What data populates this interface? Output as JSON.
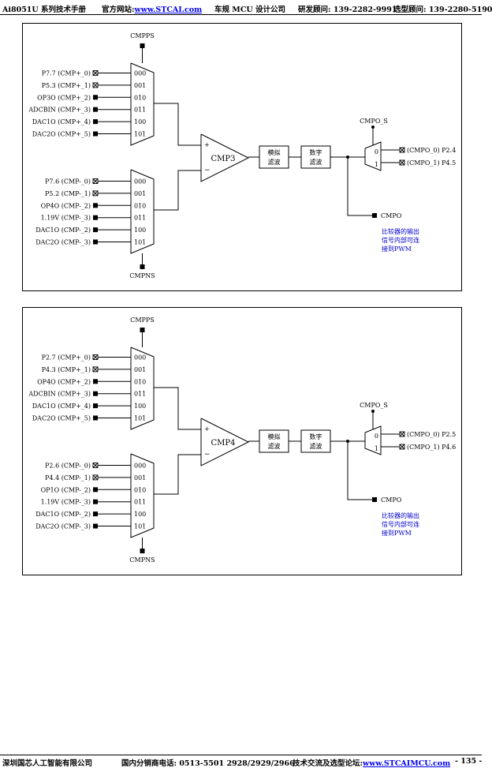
{
  "header": {
    "product": "Ai8051U 系列技术手册",
    "site_label": "官方网站:",
    "site_link": "www.STCAI.com",
    "grade": "车规 MCU 设计公司",
    "rd_consultant": "研发顾问: 139-2282-9991",
    "selection_consultant": "选型顾问: 139-2280-5190"
  },
  "footer": {
    "company": "深圳国芯人工智能有限公司",
    "distributor_phone": "国内分销商电话: 0513-5501 2928/2929/2966",
    "forum_label": "技术交流及选型论坛:",
    "forum_link": "www.STCAIMCU.com",
    "page": "- 135 -"
  },
  "colors": {
    "note": "#0000cc",
    "link": "#0000ee"
  },
  "diagrams": [
    {
      "comparator": "CMP3",
      "plus_sign": "+",
      "minus_sign": "−",
      "cmpps": "CMPPS",
      "cmpns": "CMPNS",
      "plus_inputs": [
        {
          "label": "P7.7 (CMP+_0)",
          "code": "000",
          "pin": "io"
        },
        {
          "label": "P5.3 (CMP+_1)",
          "code": "001",
          "pin": "io"
        },
        {
          "label": "OP3O (CMP+_2)",
          "code": "010",
          "pin": "int"
        },
        {
          "label": "ADCBIN (CMP+_3)",
          "code": "011",
          "pin": "int"
        },
        {
          "label": "DAC1O (CMP+_4)",
          "code": "100",
          "pin": "int"
        },
        {
          "label": "DAC2O (CMP+_5)",
          "code": "101",
          "pin": "int"
        }
      ],
      "minus_inputs": [
        {
          "label": "P7.6 (CMP-_0)",
          "code": "000",
          "pin": "io"
        },
        {
          "label": "P5.2 (CMP-_1)",
          "code": "001",
          "pin": "io"
        },
        {
          "label": "OP4O (CMP-_2)",
          "code": "010",
          "pin": "int"
        },
        {
          "label": "1.19V (CMP-_3)",
          "code": "011",
          "pin": "int"
        },
        {
          "label": "DAC1O (CMP-_2)",
          "code": "100",
          "pin": "int"
        },
        {
          "label": "DAC2O (CMP-_3)",
          "code": "101",
          "pin": "int"
        }
      ],
      "analog_filter": [
        "模拟",
        "滤波"
      ],
      "digital_filter": [
        "数字",
        "滤波"
      ],
      "cmpo_s": "CMPO_S",
      "out_codes": [
        "0",
        "1"
      ],
      "outputs": [
        "(CMPO_0) P2.4",
        "(CMPO_1) P4.5"
      ],
      "cmpo": "CMPO",
      "note": [
        "比较器的输出",
        "信号内部可连",
        "接到PWM"
      ]
    },
    {
      "comparator": "CMP4",
      "plus_sign": "+",
      "minus_sign": "−",
      "cmpps": "CMPPS",
      "cmpns": "CMPNS",
      "plus_inputs": [
        {
          "label": "P2.7 (CMP+_0)",
          "code": "000",
          "pin": "io"
        },
        {
          "label": "P4.3 (CMP+_1)",
          "code": "001",
          "pin": "io"
        },
        {
          "label": "OP4O (CMP+_2)",
          "code": "010",
          "pin": "int"
        },
        {
          "label": "ADCBIN (CMP+_3)",
          "code": "011",
          "pin": "int"
        },
        {
          "label": "DAC1O (CMP+_4)",
          "code": "100",
          "pin": "int"
        },
        {
          "label": "DAC2O (CMP+_5)",
          "code": "101",
          "pin": "int"
        }
      ],
      "minus_inputs": [
        {
          "label": "P2.6 (CMP-_0)",
          "code": "000",
          "pin": "io"
        },
        {
          "label": "P4.4 (CMP-_1)",
          "code": "001",
          "pin": "io"
        },
        {
          "label": "OP1O (CMP-_2)",
          "code": "010",
          "pin": "int"
        },
        {
          "label": "1.19V (CMP-_3)",
          "code": "011",
          "pin": "int"
        },
        {
          "label": "DAC1O (CMP-_2)",
          "code": "100",
          "pin": "int"
        },
        {
          "label": "DAC2O (CMP-_3)",
          "code": "101",
          "pin": "int"
        }
      ],
      "analog_filter": [
        "模拟",
        "滤波"
      ],
      "digital_filter": [
        "数字",
        "滤波"
      ],
      "cmpo_s": "CMPO_S",
      "out_codes": [
        "0",
        "1"
      ],
      "outputs": [
        "(CMPO_0) P2.5",
        "(CMPO_1) P4.6"
      ],
      "cmpo": "CMPO",
      "note": [
        "比较器的输出",
        "信号内部可连",
        "接到PWM"
      ]
    }
  ]
}
